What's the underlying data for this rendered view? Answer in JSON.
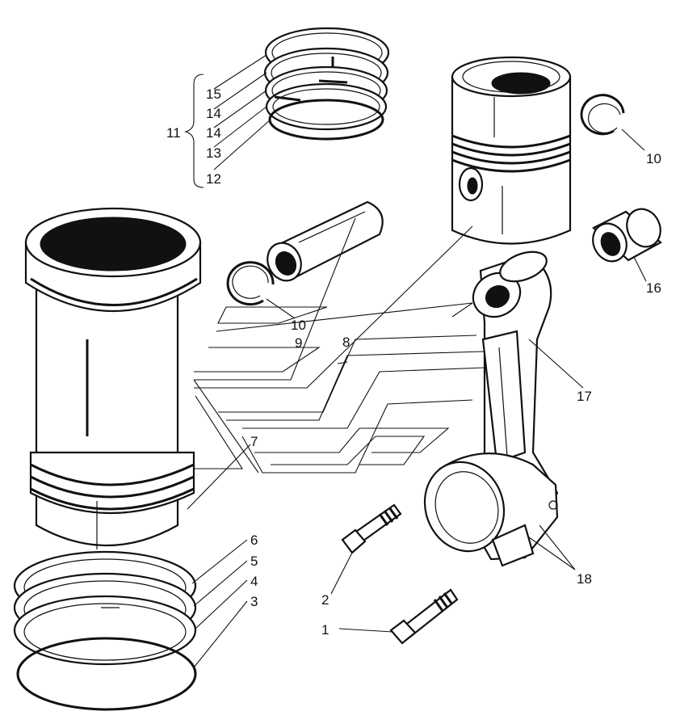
{
  "labels": {
    "l1": "1",
    "l2": "2",
    "l3": "3",
    "l4": "4",
    "l5": "5",
    "l6": "6",
    "l7": "7",
    "l8": "8",
    "l9": "9",
    "l10a": "10",
    "l10b": "10",
    "l11": "11",
    "l12": "12",
    "l13": "13",
    "l14a": "14",
    "l14b": "14",
    "l15": "15",
    "l16": "16",
    "l17": "17",
    "l18": "18"
  }
}
